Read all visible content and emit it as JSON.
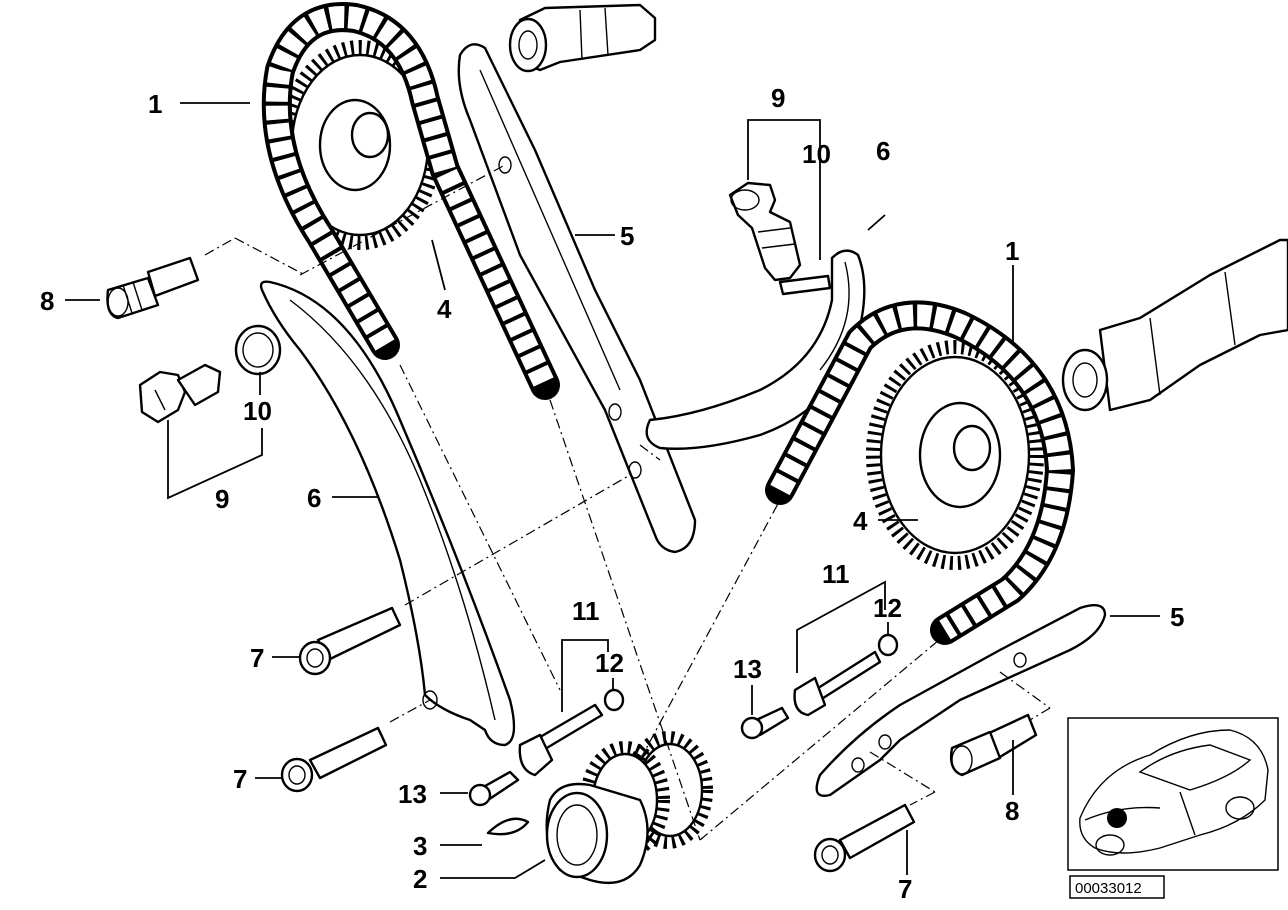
{
  "callouts": [
    {
      "id": "c1a",
      "label": "1"
    },
    {
      "id": "c4a",
      "label": "4"
    },
    {
      "id": "c5a",
      "label": "5"
    },
    {
      "id": "c8a",
      "label": "8"
    },
    {
      "id": "c10a",
      "label": "10"
    },
    {
      "id": "c9a",
      "label": "9"
    },
    {
      "id": "c6a",
      "label": "6"
    },
    {
      "id": "c7a",
      "label": "7"
    },
    {
      "id": "c7b",
      "label": "7"
    },
    {
      "id": "c11a",
      "label": "11"
    },
    {
      "id": "c12a",
      "label": "12"
    },
    {
      "id": "c13a",
      "label": "13"
    },
    {
      "id": "c3a",
      "label": "3"
    },
    {
      "id": "c2a",
      "label": "2"
    },
    {
      "id": "c9b",
      "label": "9"
    },
    {
      "id": "c10b",
      "label": "10"
    },
    {
      "id": "c6b",
      "label": "6"
    },
    {
      "id": "c1b",
      "label": "1"
    },
    {
      "id": "c4b",
      "label": "4"
    },
    {
      "id": "c11b",
      "label": "11"
    },
    {
      "id": "c12b",
      "label": "12"
    },
    {
      "id": "c13b",
      "label": "13"
    },
    {
      "id": "c5b",
      "label": "5"
    },
    {
      "id": "c8b",
      "label": "8"
    },
    {
      "id": "c7c",
      "label": "7"
    }
  ],
  "reference_code": "00033012",
  "thumbnail": {
    "marker_color": "#000000"
  }
}
